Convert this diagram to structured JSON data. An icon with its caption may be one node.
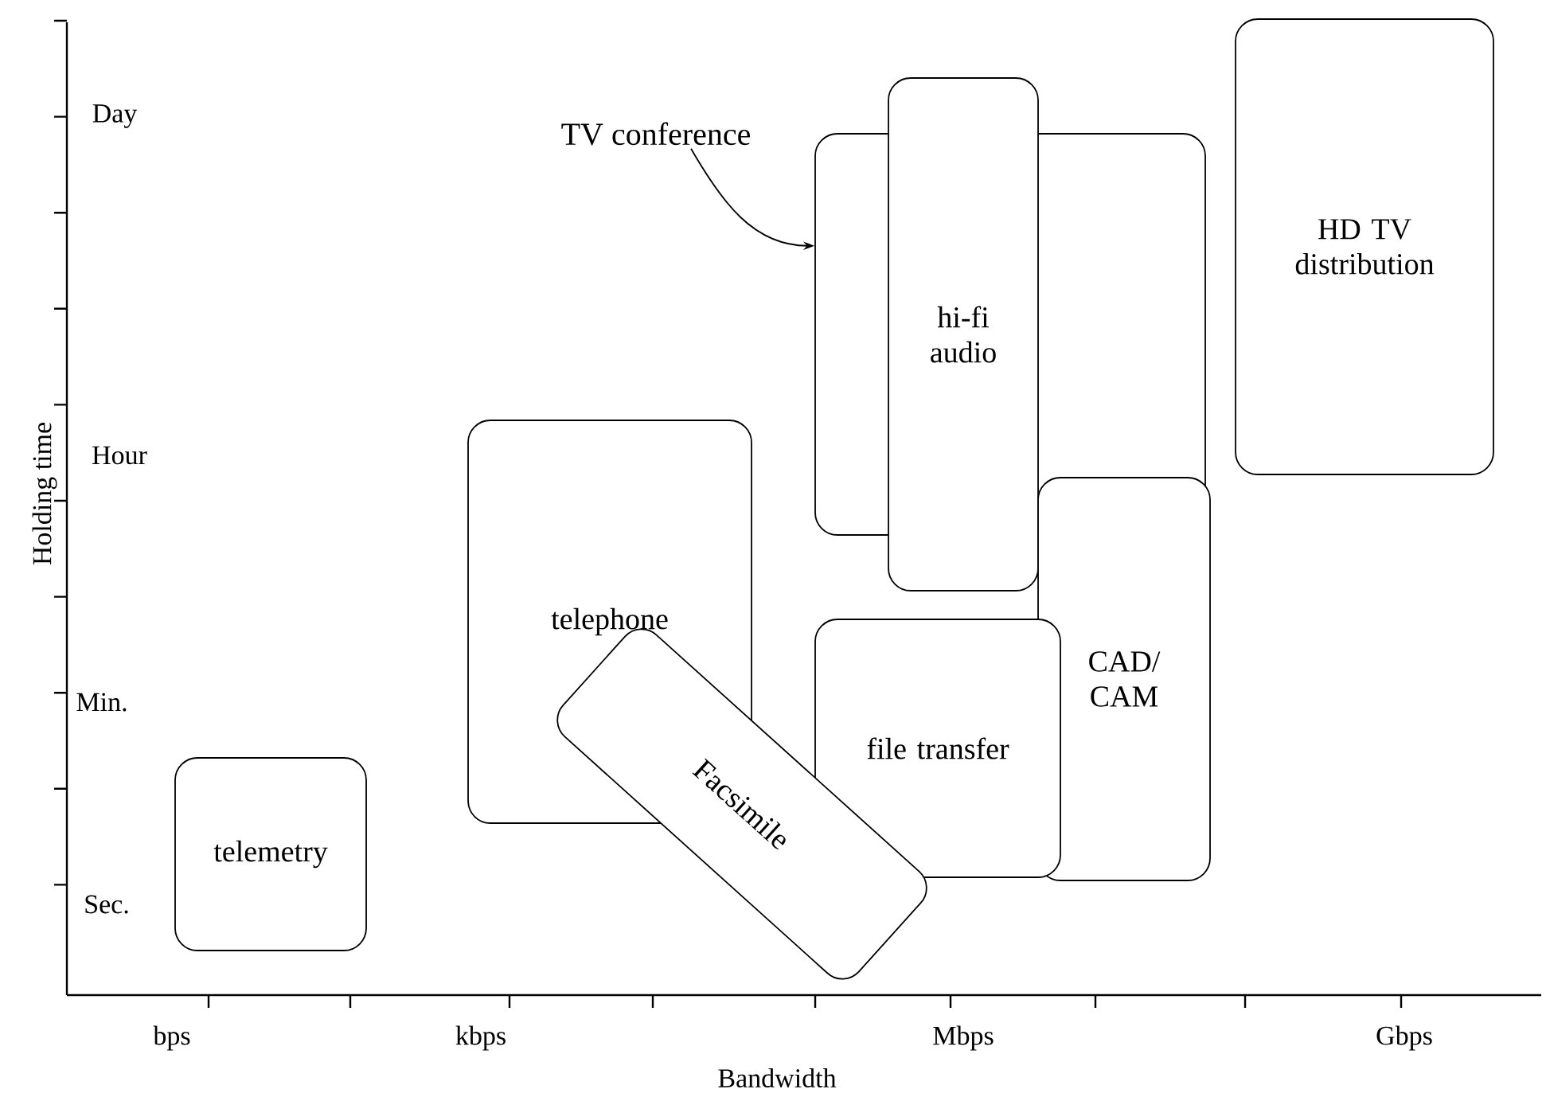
{
  "diagram": {
    "nodes": [
      {
        "text": [
          "telemetry"
        ]
      },
      {
        "text": [
          "telephone"
        ]
      },
      {
        "text": [
          "TV conference"
        ]
      },
      {
        "text": [],
        "shape": "box"
      },
      {
        "text": [
          "hi-fi audio"
        ]
      },
      {
        "text": [
          "CAD/ CAM"
        ]
      },
      {
        "text": [
          "HD TV distribution"
        ]
      },
      {
        "text": [
          "file transfer"
        ]
      },
      {
        "text": [
          "Facsimile"
        ]
      }
    ],
    "edges": [
      {
        "from": 2,
        "to": 3,
        "arrow": "to"
      }
    ],
    "labels": [
      "Day",
      "Hour",
      "Holding time",
      "Min.",
      "Sec.",
      "bps",
      "kbps",
      "Mbps",
      "Gbps",
      "Bandwidth"
    ]
  }
}
